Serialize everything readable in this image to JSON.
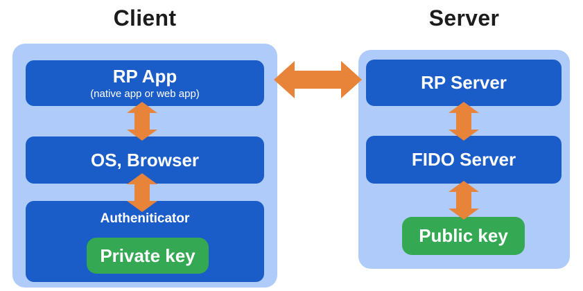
{
  "colors": {
    "panel_bg": "#aecbfa",
    "box_bg": "#1a5dc8",
    "key_bg": "#34a853",
    "arrow": "#e8833a",
    "title_text": "#1c1c1c",
    "box_text": "#ffffff"
  },
  "client": {
    "title": "Client",
    "rp_app": {
      "label": "RP App",
      "sublabel": "(native app or web app)"
    },
    "os_browser": {
      "label": "OS, Browser"
    },
    "authenticator": {
      "label": "Autheniticator"
    },
    "private_key": {
      "label": "Private key"
    }
  },
  "server": {
    "title": "Server",
    "rp_server": {
      "label": "RP Server"
    },
    "fido_server": {
      "label": "FIDO Server"
    },
    "public_key": {
      "label": "Public key"
    }
  }
}
